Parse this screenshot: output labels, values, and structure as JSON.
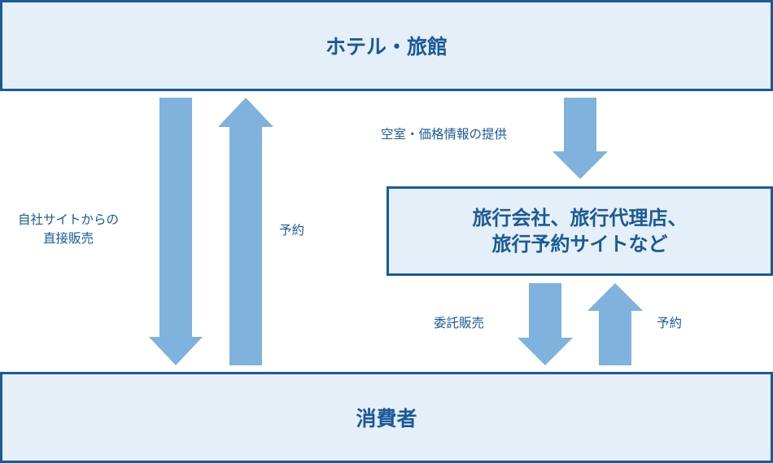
{
  "hotel_label": "ホテル・旅館",
  "consumer_label": "消費者",
  "agency_label_line1": "旅行会社、旅行代理店、",
  "agency_label_line2": "旅行予約サイトなど",
  "direct_sales_line1": "自社サイトからの",
  "direct_sales_line2": "直接販売",
  "reservation_left": "予約",
  "provide_info": "空室・価格情報の提供",
  "consignment_sales": "委託販売",
  "reservation_right": "予約",
  "colors": {
    "border": "#1a5a96",
    "box_fill": "#e5eff8",
    "arrow": "#7fb2dc",
    "text": "#1a5a96"
  }
}
